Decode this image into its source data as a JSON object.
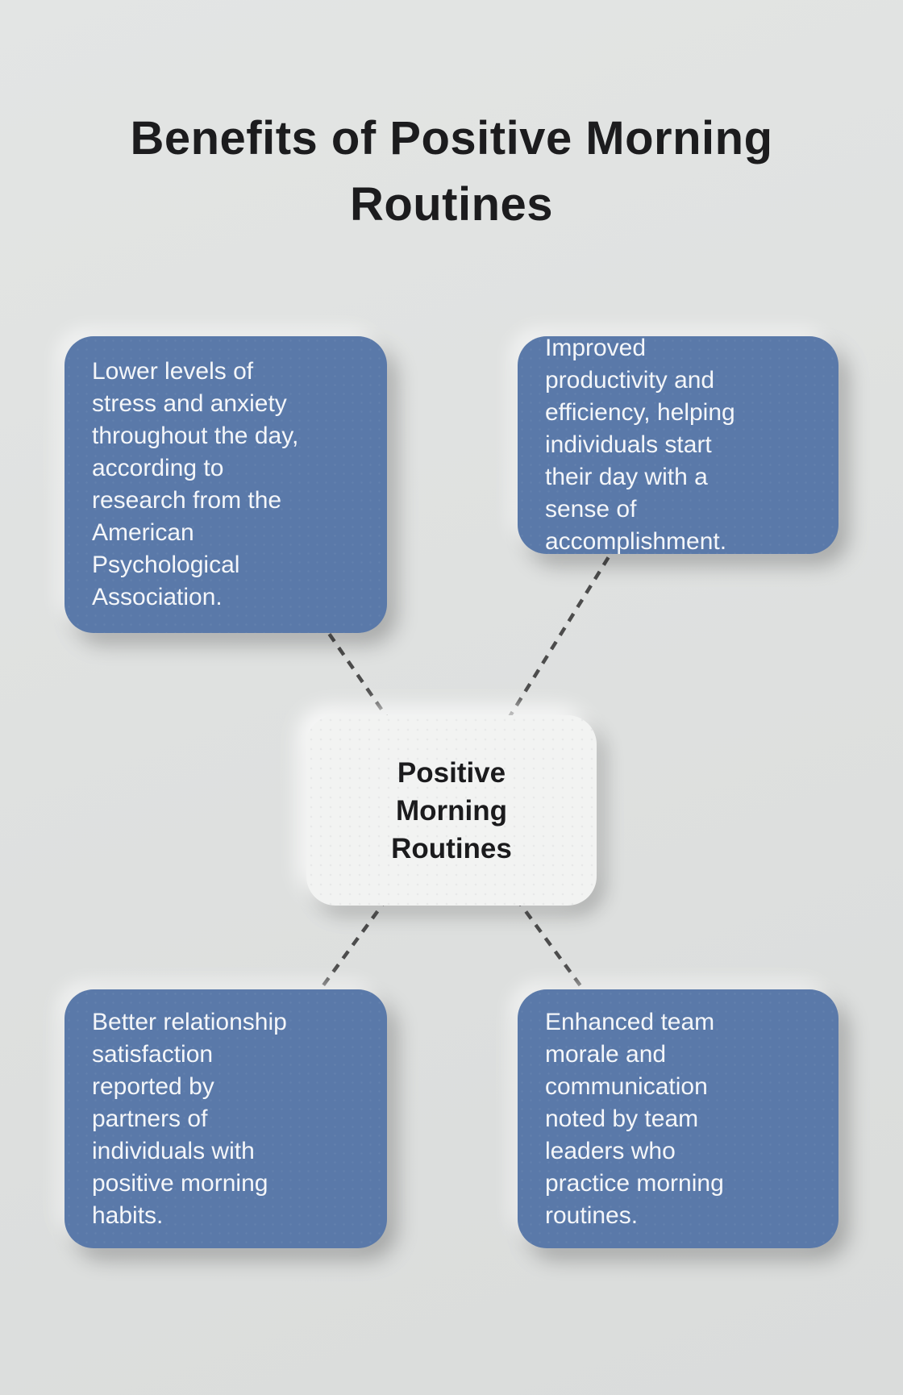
{
  "title": "Benefits of Positive Morning Routines",
  "center_node": {
    "label": "Positive Morning Routines"
  },
  "benefits": [
    {
      "position": "top-left",
      "text": "Lower levels of stress and anxiety throughout the day, according to research from the American Psychological Association."
    },
    {
      "position": "top-right",
      "text": "Improved productivity and efficiency, helping individuals start their day with a sense of accomplishment."
    },
    {
      "position": "bottom-left",
      "text": "Better relationship satisfaction reported by partners of individuals with positive morning habits."
    },
    {
      "position": "bottom-right",
      "text": "Enhanced team morale and communication noted by team leaders who practice morning routines."
    }
  ],
  "colors": {
    "background": "#dfe1e0",
    "benefit_card": "#5a79a9",
    "benefit_card_text": "#f4f6f9",
    "center_node_background": "#f2f3f2",
    "center_node_text": "#1b1b1d",
    "connector_line": "#4c4c4c",
    "title_text": "#1c1c1e"
  }
}
